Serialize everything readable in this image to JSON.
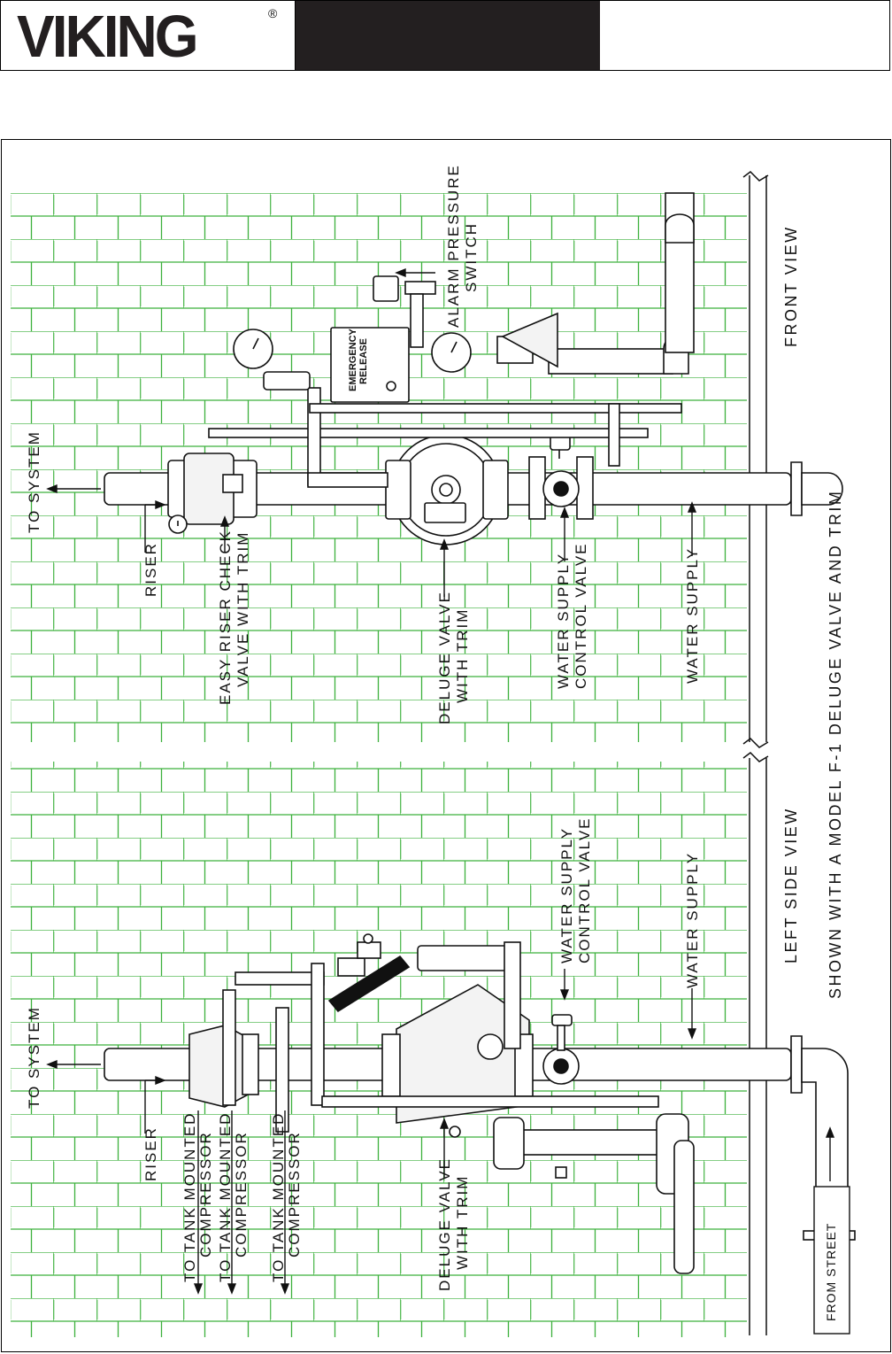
{
  "header": {
    "brand": "VIKING",
    "registered_mark": "®"
  },
  "front_view": {
    "title": "FRONT VIEW",
    "labels": {
      "to_system": "TO SYSTEM",
      "riser": "RISER",
      "easy_riser_line1": "EASY RISER CHECK",
      "easy_riser_line2": "VALVE WITH TRIM",
      "deluge_line1": "DELUGE VALVE",
      "deluge_line2": "WITH TRIM",
      "wscv_line1": "WATER SUPPLY",
      "wscv_line2": "CONTROL VALVE",
      "water_supply": "WATER SUPPLY",
      "alarm_line1": "ALARM PRESSURE",
      "alarm_line2": "SWITCH",
      "emergency_line1": "EMERGENCY",
      "emergency_line2": "RELEASE"
    }
  },
  "left_side_view": {
    "title": "LEFT SIDE VIEW",
    "labels": {
      "to_system": "TO SYSTEM",
      "riser": "RISER",
      "compressor_a_line1": "TO TANK MOUNTED",
      "compressor_a_line2": "COMPRESSOR",
      "compressor_b_line1": "TO TANK MOUNTED",
      "compressor_b_line2": "COMPRESSOR",
      "compressor_c_line1": "TO TANK MOUNTED",
      "compressor_c_line2": "COMPRESSOR",
      "deluge_line1": "DELUGE VALVE",
      "deluge_line2": "WITH TRIM",
      "wscv_line1": "WATER SUPPLY",
      "wscv_line2": "CONTROL VALVE",
      "water_supply": "WATER SUPPLY",
      "from_street": "FROM STREET"
    }
  },
  "caption": "SHOWN WITH A MODEL F-1 DELUGE VALVE AND TRIM",
  "colors": {
    "brick_line": "#3cb13c",
    "ink": "#111111",
    "header_dark": "#231f20"
  }
}
